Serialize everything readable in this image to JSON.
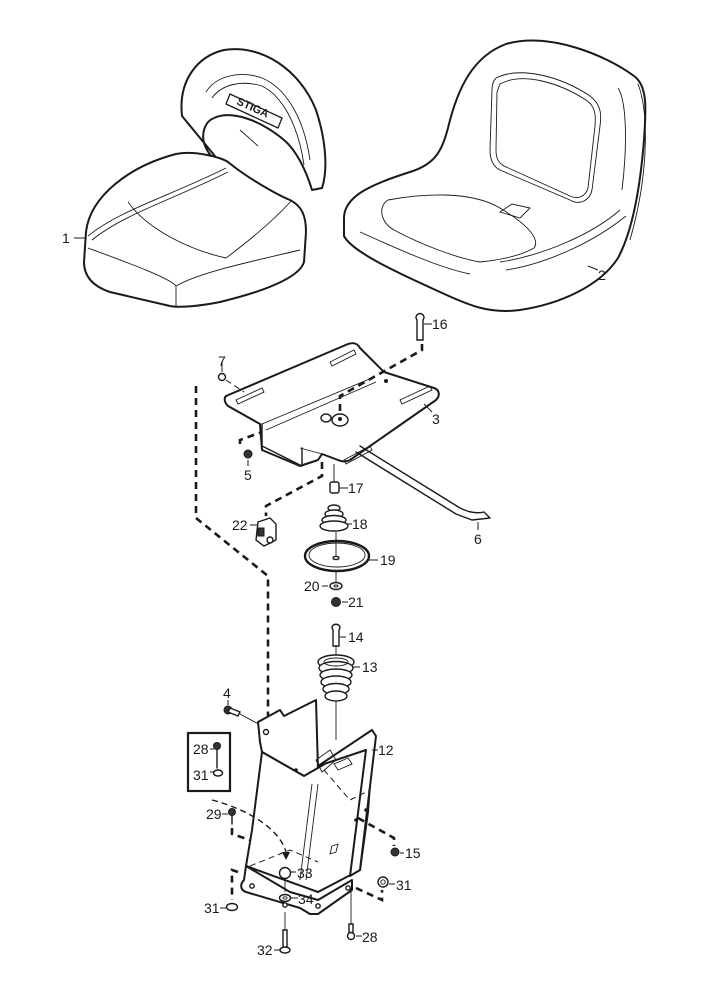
{
  "diagram": {
    "title": "Seat assembly exploded view",
    "seat_logo_text": "STIGA",
    "callouts": {
      "c1": "1",
      "c2": "2",
      "c3": "3",
      "c4": "4",
      "c5": "5",
      "c6": "6",
      "c7": "7",
      "c12": "12",
      "c13": "13",
      "c14": "14",
      "c15": "15",
      "c16": "16",
      "c17": "17",
      "c18": "18",
      "c19": "19",
      "c20": "20",
      "c21": "21",
      "c22": "22",
      "c28a": "28",
      "c31a": "31",
      "c29": "29",
      "c33": "33",
      "c34": "34",
      "c31b": "31",
      "c31c": "31",
      "c32": "32",
      "c28b": "28"
    },
    "parts": [
      {
        "number": "1",
        "description": "Seat (with backrest, STIGA logo)"
      },
      {
        "number": "2",
        "description": "Seat (high back)"
      },
      {
        "number": "3",
        "description": "Seat mounting plate"
      },
      {
        "number": "4",
        "description": "Bolt"
      },
      {
        "number": "5",
        "description": "Nut"
      },
      {
        "number": "6",
        "description": "Adjustment rod"
      },
      {
        "number": "7",
        "description": "Nut"
      },
      {
        "number": "12",
        "description": "Seat bracket"
      },
      {
        "number": "13",
        "description": "Spring"
      },
      {
        "number": "14",
        "description": "Bolt"
      },
      {
        "number": "15",
        "description": "Nut"
      },
      {
        "number": "16",
        "description": "Bolt"
      },
      {
        "number": "17",
        "description": "Bushing"
      },
      {
        "number": "18",
        "description": "Spring"
      },
      {
        "number": "19",
        "description": "Disc"
      },
      {
        "number": "20",
        "description": "Washer"
      },
      {
        "number": "21",
        "description": "Nut"
      },
      {
        "number": "22",
        "description": "Switch"
      },
      {
        "number": "28",
        "description": "Bolt"
      },
      {
        "number": "29",
        "description": "Bolt"
      },
      {
        "number": "31",
        "description": "Nut"
      },
      {
        "number": "32",
        "description": "Bolt"
      },
      {
        "number": "33",
        "description": "Knob"
      },
      {
        "number": "34",
        "description": "Washer"
      }
    ]
  }
}
